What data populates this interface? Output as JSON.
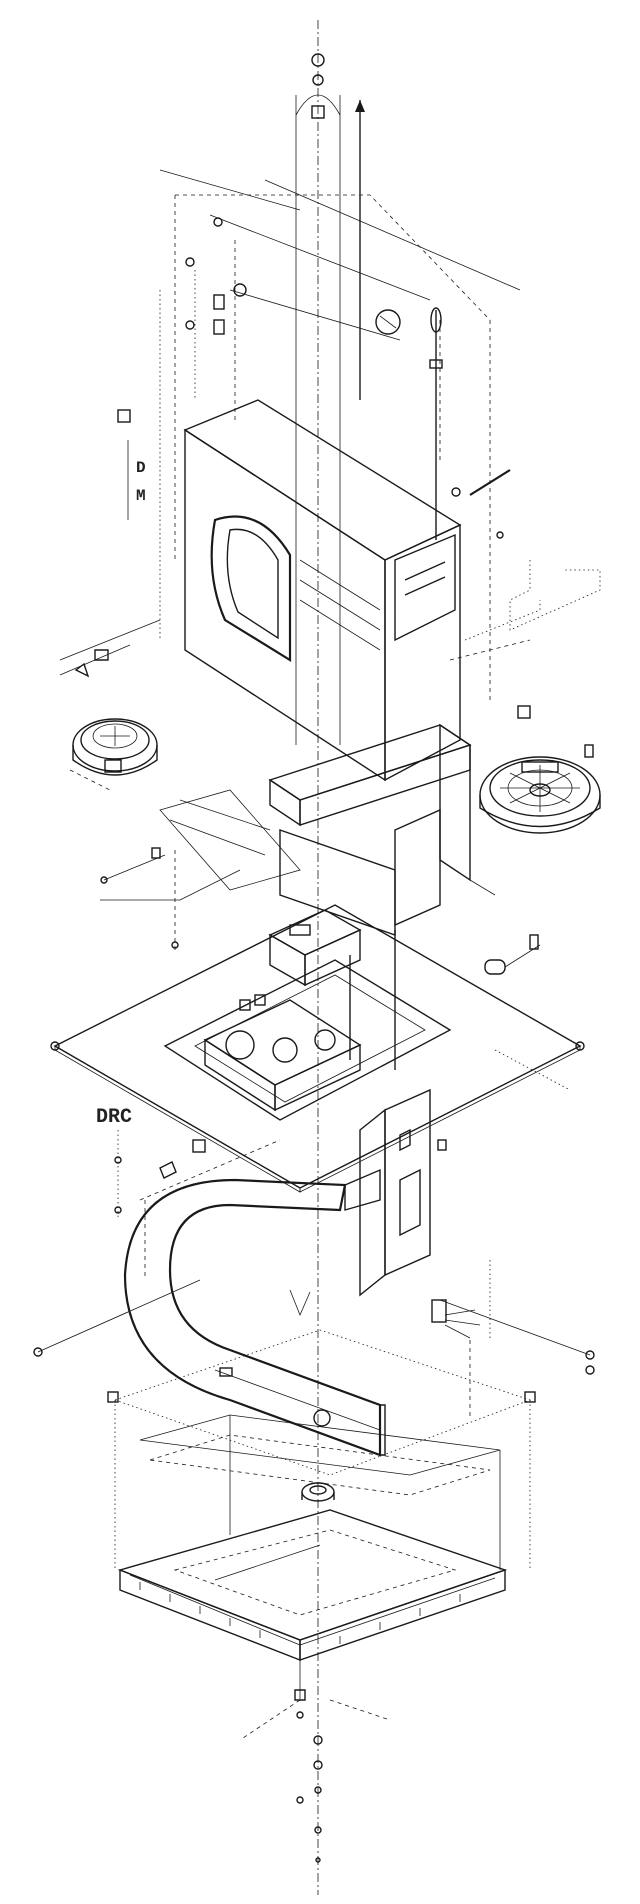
{
  "diagram": {
    "labels": {
      "side_label_upper": "D",
      "side_label_upper_2": "M",
      "side_label_lower": "DRC"
    }
  }
}
